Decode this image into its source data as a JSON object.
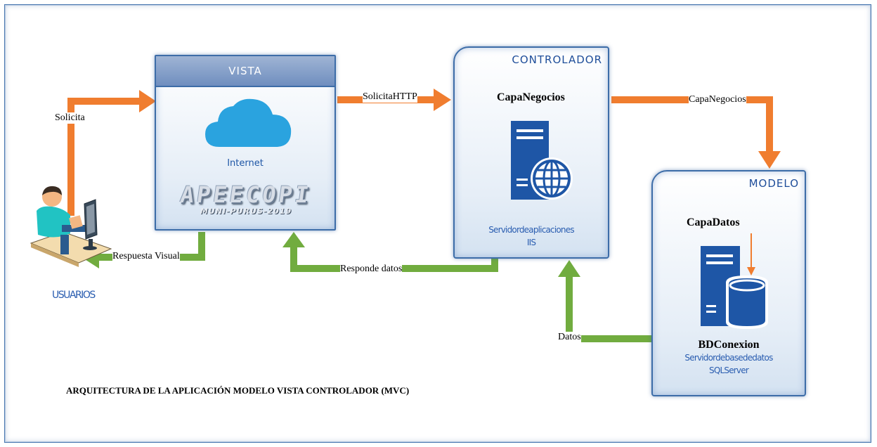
{
  "title": "ARQUITECTURA DE LA APLICACIÓN MODELO VISTA CONTROLADOR (MVC)",
  "usuarios": {
    "label": "USUARIOS"
  },
  "vista": {
    "title": "VISTA",
    "cloud_label": "Internet",
    "logo_text": "APEECOPI",
    "logo_subtext": "MUNI-PURUS-2019"
  },
  "controlador": {
    "title": "CONTROLADOR",
    "layer": "CapaNegocios",
    "server_line1": "Servidordeaplicaciones",
    "server_line2": "IIS"
  },
  "modelo": {
    "title": "MODELO",
    "layer": "CapaDatos",
    "db_name": "BDConexion",
    "db_line1": "Servidordebasededatos",
    "db_line2": "SQLServer"
  },
  "arrows": {
    "solicita": "Solicita",
    "solicita_http": "SolicitaHTTP",
    "capa_negocios": "CapaNegocios",
    "respuesta_visual": "Respuesta Visual",
    "responde_datos": "Responde datos",
    "datos": "Datos"
  },
  "colors": {
    "request_arrow": "#f07d2f",
    "response_arrow": "#71ac3f",
    "box_border": "#3d6da8",
    "server_blue": "#1e56a6",
    "cloud_blue": "#2aa3df"
  },
  "icons": [
    "cloud-icon",
    "web-server-icon",
    "database-server-icon",
    "user-at-computer-icon"
  ]
}
